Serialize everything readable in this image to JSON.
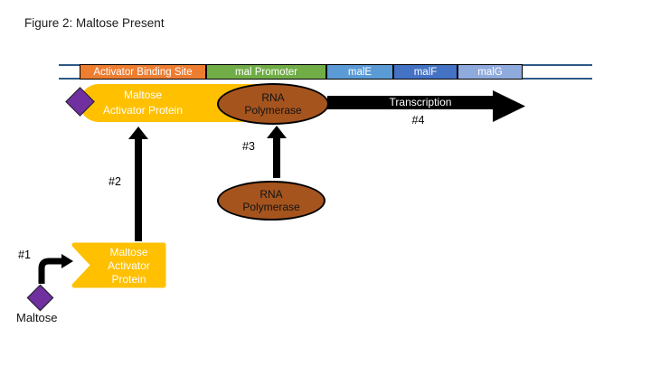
{
  "title": "Figure 2: Maltose Present",
  "dna": {
    "strand_color": "#2E5984",
    "segments": [
      {
        "label": "Activator Binding Site",
        "color": "#ED7D31"
      },
      {
        "label": "mal Promoter",
        "color": "#70AD47"
      },
      {
        "label": "malE",
        "color": "#5B9BD5"
      },
      {
        "label": "malF",
        "color": "#4472C4"
      },
      {
        "label": "malG",
        "color": "#8FAADC"
      }
    ]
  },
  "activator_bound": {
    "line1": "Maltose",
    "line2": "Activator Protein",
    "color": "#FFC000"
  },
  "activator_free": {
    "line1": "Maltose",
    "line2": "Activator",
    "line3": "Protein",
    "color": "#FFC000"
  },
  "rna_polymerase_bound": {
    "line1": "RNA",
    "line2": "Polymerase",
    "color": "#A5541E"
  },
  "rna_polymerase_free": {
    "line1": "RNA",
    "line2": "Polymerase",
    "color": "#A5541E"
  },
  "maltose": {
    "label": "Maltose",
    "color": "#7030A0"
  },
  "transcription": {
    "label": "Transcription",
    "step": "#4"
  },
  "steps": {
    "s1": "#1",
    "s2": "#2",
    "s3": "#3"
  },
  "arrow_color": "#000000"
}
